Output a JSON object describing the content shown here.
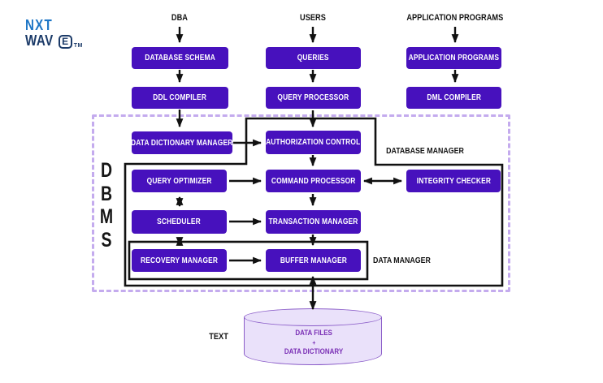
{
  "logo": {
    "line1": "NXT",
    "line2_prefix": "WAV",
    "line2_boxed": "E",
    "trademark": "TM",
    "color_primary": "#1e76c6",
    "color_secondary": "#1b3a68"
  },
  "colors": {
    "node_purple": "#4711bd",
    "node_text": "#ffffff",
    "dbms_dashed_border": "#c4abee",
    "connector_black": "#111111",
    "cylinder_fill": "#eae1fa",
    "cylinder_stroke": "#8a5cc8",
    "cylinder_text": "#7a2fb5"
  },
  "headers": [
    {
      "id": "dba",
      "label": "DBA"
    },
    {
      "id": "users",
      "label": "USERS"
    },
    {
      "id": "application-programs",
      "label": "APPLICATION PROGRAMS"
    }
  ],
  "boxes": [
    {
      "id": "database-schema",
      "label": "DATABASE SCHEMA"
    },
    {
      "id": "queries",
      "label": "QUERIES"
    },
    {
      "id": "application-programs",
      "label": "APPLICATION PROGRAMS"
    },
    {
      "id": "ddl-compiler",
      "label": "DDL COMPILER"
    },
    {
      "id": "query-processor",
      "label": "QUERY PROCESSOR"
    },
    {
      "id": "dml-compiler",
      "label": "DML COMPILER"
    },
    {
      "id": "data-dictionary-manager",
      "label": "DATA DICTIONARY MANAGER"
    },
    {
      "id": "authorization-control",
      "label": "AUTHORIZATION CONTROL"
    },
    {
      "id": "query-optimizer",
      "label": "QUERY OPTIMIZER"
    },
    {
      "id": "command-processor",
      "label": "COMMAND PROCESSOR"
    },
    {
      "id": "integrity-checker",
      "label": "INTEGRITY CHECKER"
    },
    {
      "id": "scheduler",
      "label": "SCHEDULER"
    },
    {
      "id": "transaction-manager",
      "label": "TRANSACTION MANAGER"
    },
    {
      "id": "recovery-manager",
      "label": "RECOVERY MANAGER"
    },
    {
      "id": "buffer-manager",
      "label": "BUFFER MANAGER"
    }
  ],
  "labels": {
    "dbms": [
      "D",
      "B",
      "M",
      "S"
    ],
    "database_manager": "DATABASE MANAGER",
    "data_manager": "DATA MANAGER",
    "text_note": "TEXT"
  },
  "cylinder": {
    "line1": "DATA FILES",
    "line2": "+",
    "line3": "DATA DICTIONARY"
  },
  "connections": [
    "DBA -> DATABASE SCHEMA",
    "DATABASE SCHEMA -> DDL COMPILER",
    "DDL COMPILER -> DATA DICTIONARY MANAGER",
    "USERS -> QUERIES",
    "QUERIES -> QUERY PROCESSOR",
    "QUERY PROCESSOR -> AUTHORIZATION CONTROL",
    "AUTHORIZATION CONTROL -> COMMAND PROCESSOR",
    "COMMAND PROCESSOR -> TRANSACTION MANAGER",
    "TRANSACTION MANAGER -> BUFFER MANAGER",
    "APPLICATION PROGRAMS -> APPLICATION PROGRAMS",
    "APPLICATION PROGRAMS -> DML COMPILER",
    "DATA DICTIONARY MANAGER -> AUTHORIZATION CONTROL",
    "QUERY OPTIMIZER -> COMMAND PROCESSOR",
    "SCHEDULER -> TRANSACTION MANAGER",
    "RECOVERY MANAGER -> BUFFER MANAGER",
    "QUERY OPTIMIZER <-> SCHEDULER",
    "SCHEDULER <-> RECOVERY MANAGER",
    "COMMAND PROCESSOR <-> INTEGRITY CHECKER",
    "BUFFER MANAGER <-> DATA FILES + DATA DICTIONARY"
  ]
}
